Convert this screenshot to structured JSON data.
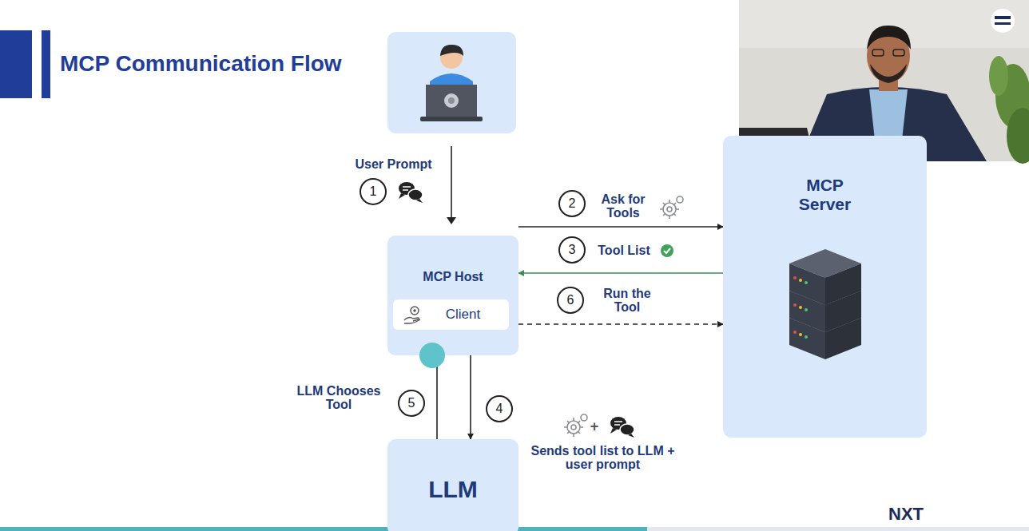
{
  "diagram": {
    "title": "MCP Communication Flow",
    "nodes": [
      {
        "text": [
          "MCP Host"
        ]
      },
      {
        "text": [
          "Client"
        ],
        "in": 0
      },
      {
        "text": [
          "MCP Server"
        ]
      },
      {
        "text": [
          "LLM"
        ]
      }
    ],
    "edges": [
      {
        "from": 0,
        "to": 2,
        "label": "Ask for Tools",
        "arrow": "to"
      },
      {
        "from": 2,
        "to": 0,
        "label": "Tool List",
        "arrow": "to"
      },
      {
        "from": 0,
        "to": 3,
        "label": "Sends tool list to LLM + user prompt",
        "arrow": "to"
      },
      {
        "from": 3,
        "to": 0,
        "label": "LLM Chooses Tool",
        "arrow": "to"
      },
      {
        "from": 0,
        "to": 2,
        "label": "Run the Tool",
        "arrow": "to"
      }
    ],
    "labels": [
      "User Prompt",
      "1",
      "2",
      "3",
      "4",
      "5",
      "6",
      "+",
      "NXT"
    ]
  }
}
